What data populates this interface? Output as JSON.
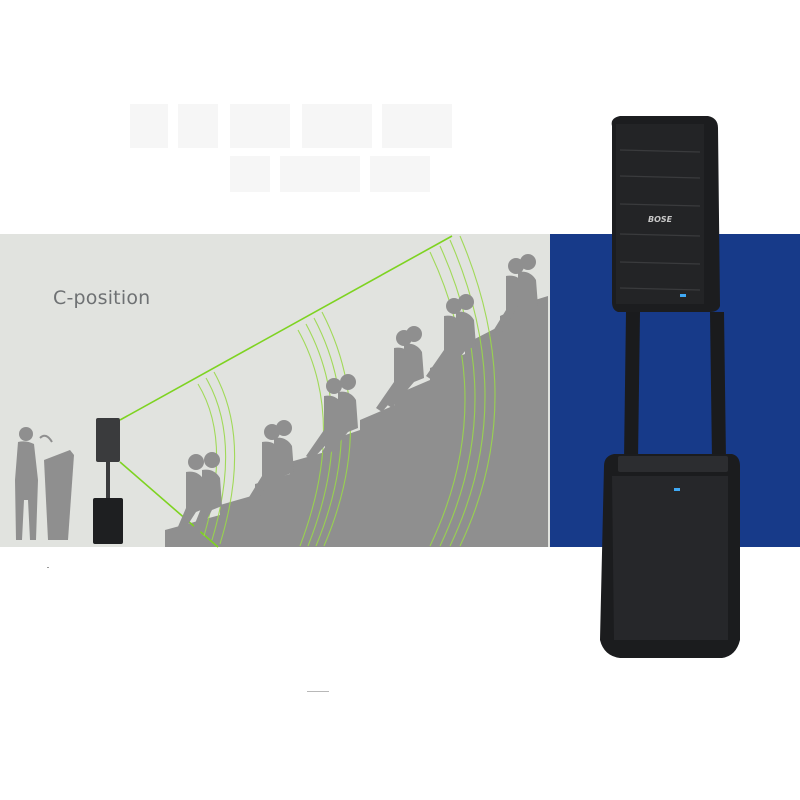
{
  "scene": {
    "label": "C-position",
    "brand_logo": "BOSE",
    "colors": {
      "band_gray": "#e1e3df",
      "band_blue": "#173a89",
      "beam_green": "#7ed321",
      "silhouette": "#8f8f8f",
      "speaker_body": "#1c1d1f",
      "status_led": "#3fa9f5"
    },
    "icons": [
      "presenter-silhouette",
      "audience-silhouette",
      "speaker-icon",
      "sound-wave-icon"
    ]
  }
}
